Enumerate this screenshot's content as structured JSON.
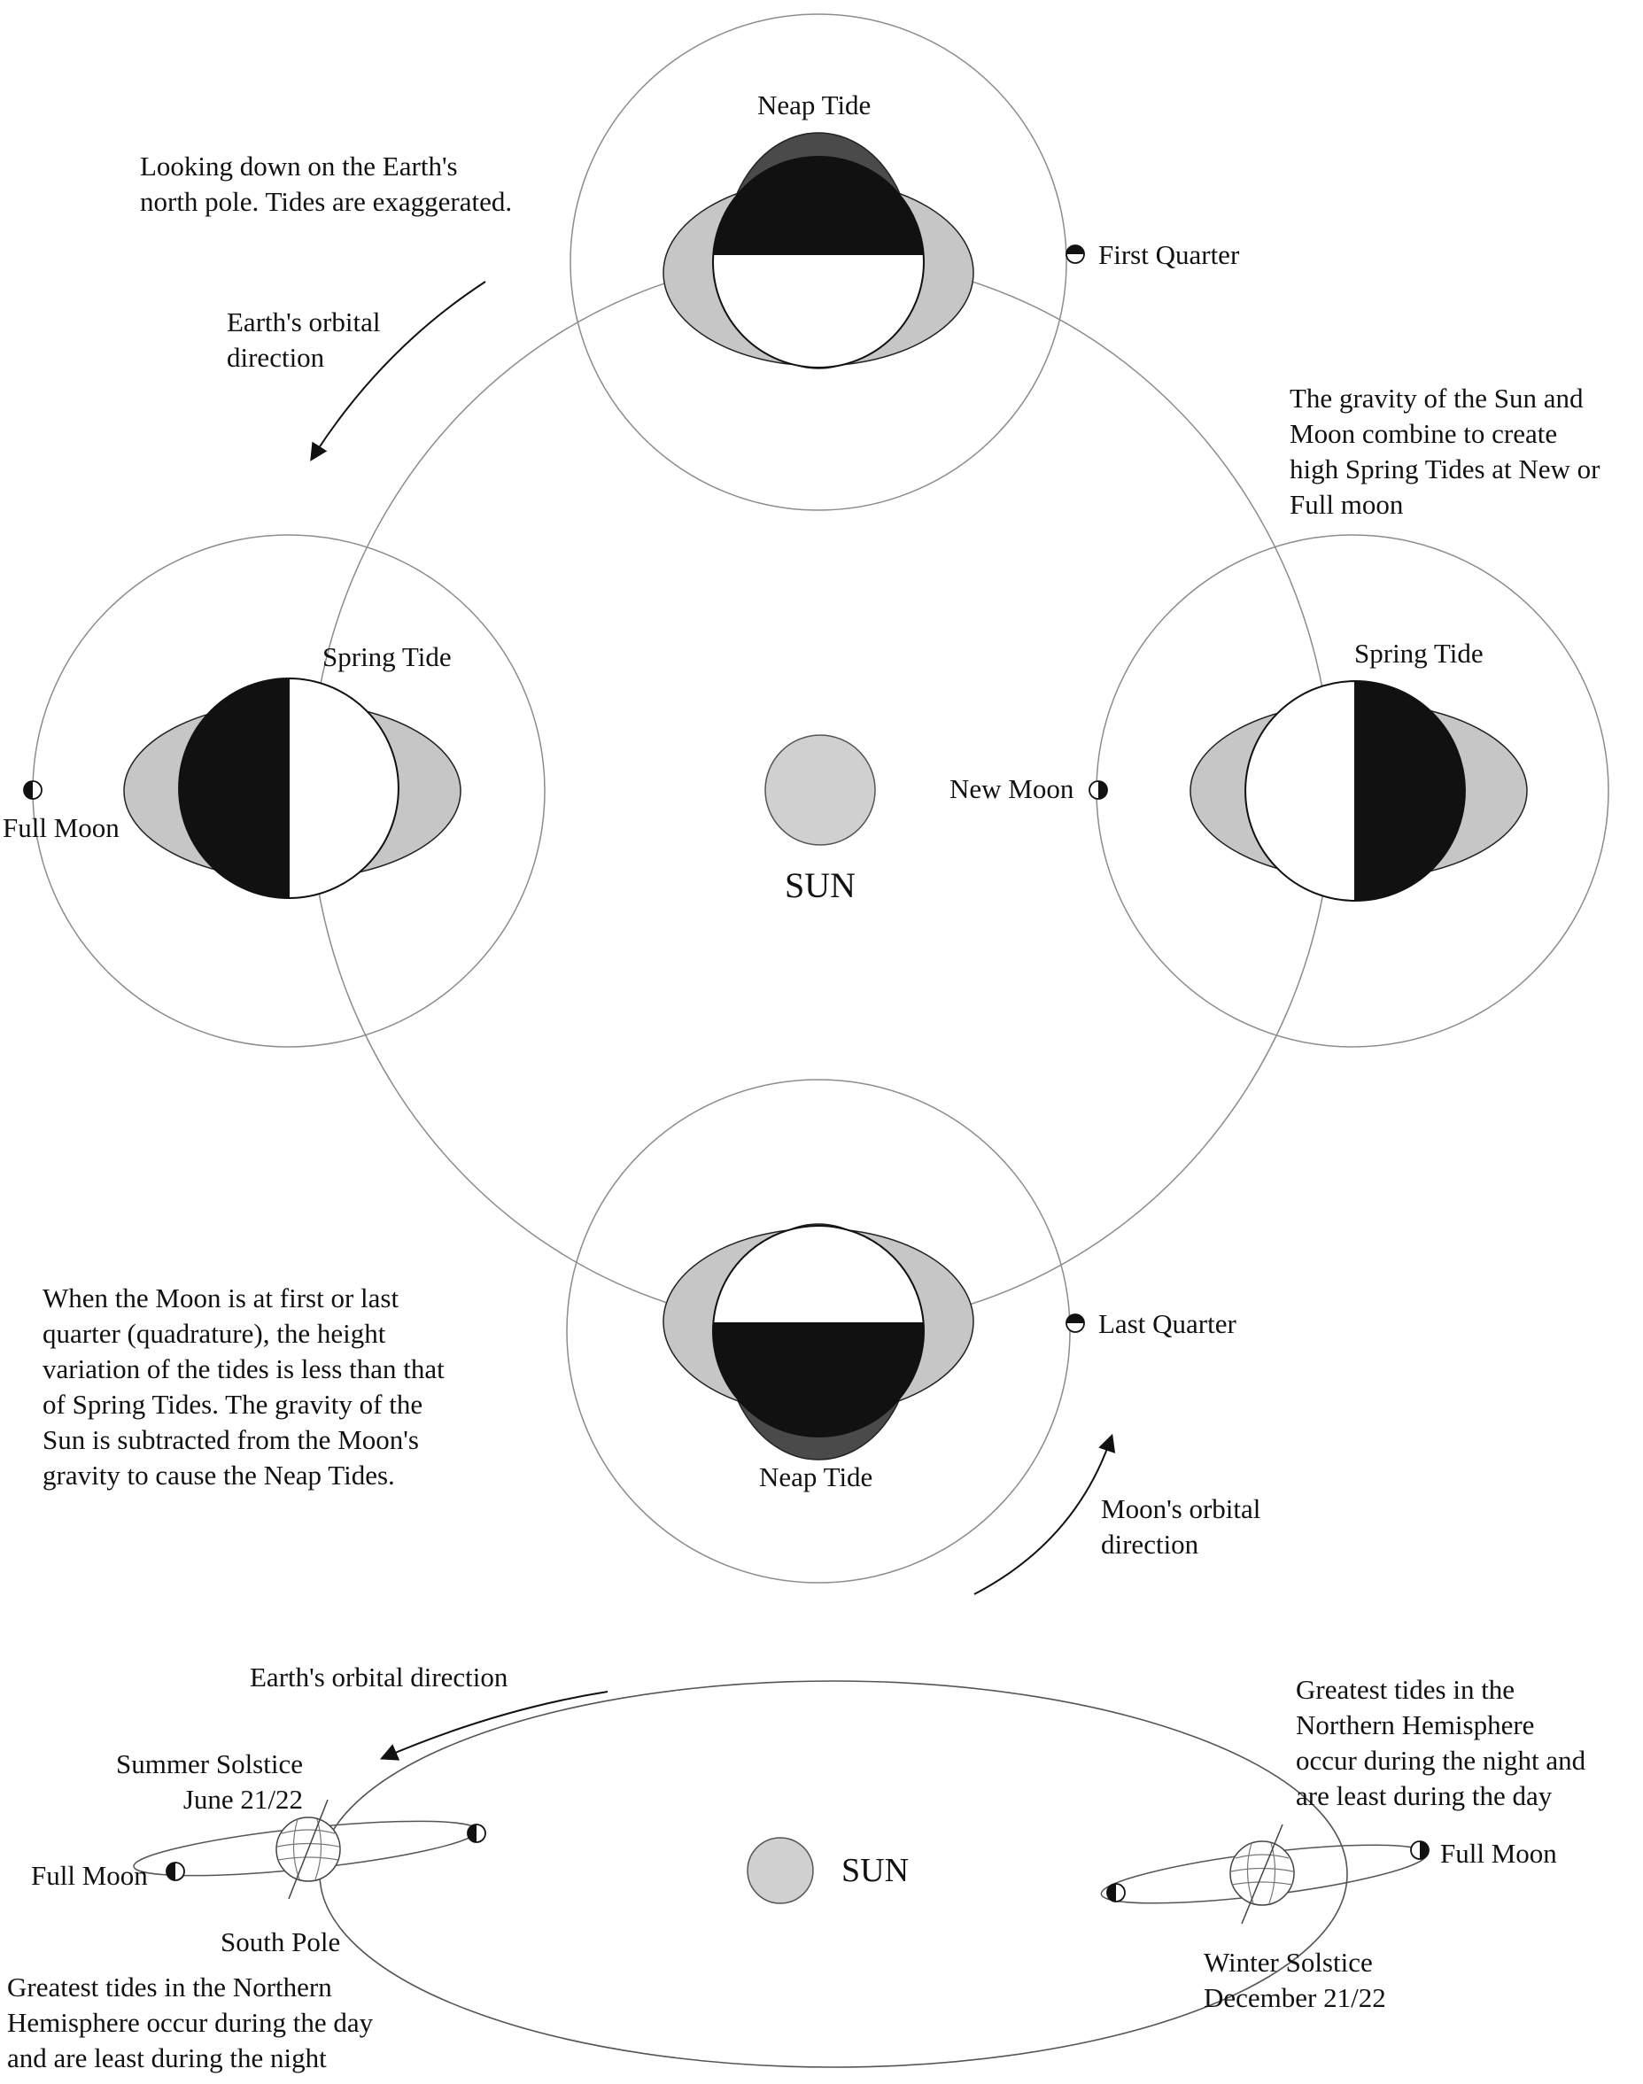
{
  "colors": {
    "ink": "#111111",
    "line": "#8c8c8c",
    "bulge": "#c6c6c6",
    "dark_bulge": "#4a4a4a",
    "sun": "#d0d0d0"
  },
  "top_diagram": {
    "sun_label": "SUN",
    "note_top": [
      "Looking down on the Earth's",
      "north pole. Tides are exaggerated."
    ],
    "earth_direction": [
      "Earth's orbital",
      "direction"
    ],
    "moon_direction": [
      "Moon's orbital",
      "direction"
    ],
    "spring_note": [
      "The gravity of the Sun and",
      "Moon combine to create",
      "high Spring Tides at New or",
      "Full moon"
    ],
    "neap_note": [
      "When the Moon is at first or last",
      "quarter (quadrature), the height",
      "variation of the tides is less than that",
      "of Spring Tides. The gravity of the",
      "Sun is subtracted from the Moon's",
      "gravity to  cause the Neap Tides."
    ],
    "neap_tide_top": "Neap Tide",
    "neap_tide_bottom": "Neap Tide",
    "spring_tide_left": "Spring Tide",
    "spring_tide_right": "Spring Tide",
    "first_quarter": "First Quarter",
    "last_quarter": "Last Quarter",
    "full_moon": "Full Moon",
    "new_moon": "New Moon"
  },
  "bottom_diagram": {
    "earth_direction": "Earth's orbital direction",
    "summer_solstice": [
      "Summer Solstice",
      "June 21/22"
    ],
    "full_moon_left": "Full Moon",
    "south_pole": "South Pole",
    "sun_label": "SUN",
    "greatest_day": [
      "Greatest tides in the Northern",
      "Hemisphere occur during the day",
      "and are least during the night"
    ],
    "greatest_night": [
      "Greatest tides in the",
      "Northern Hemisphere",
      "occur during the night and",
      "are least during the day"
    ],
    "full_moon_right": "Full Moon",
    "winter_solstice": [
      "Winter Solstice",
      "December 21/22"
    ]
  }
}
